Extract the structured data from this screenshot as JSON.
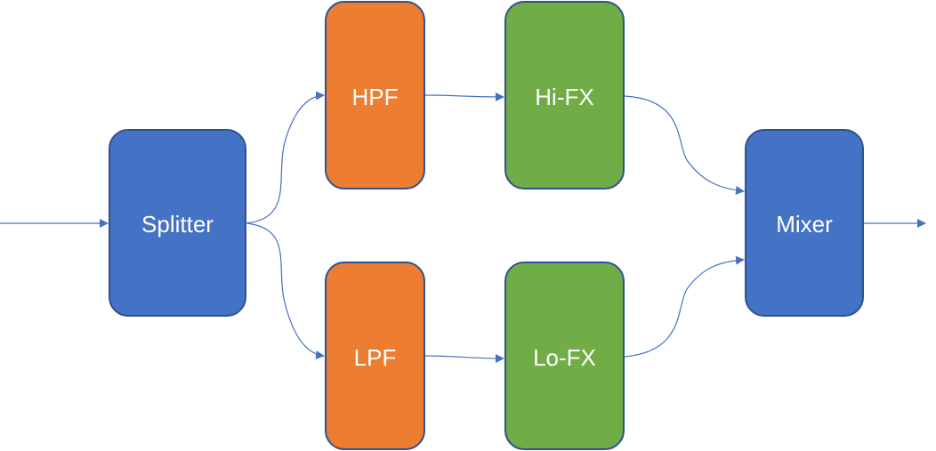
{
  "nodes": {
    "splitter": "Splitter",
    "hpf": "HPF",
    "lpf": "LPF",
    "hifx": "Hi-FX",
    "lofx": "Lo-FX",
    "mixer": "Mixer"
  },
  "colors": {
    "blue": "#4472C4",
    "orange": "#ED7D31",
    "green": "#70AD47",
    "border": "#2F528F",
    "connector": "#4472C4"
  }
}
